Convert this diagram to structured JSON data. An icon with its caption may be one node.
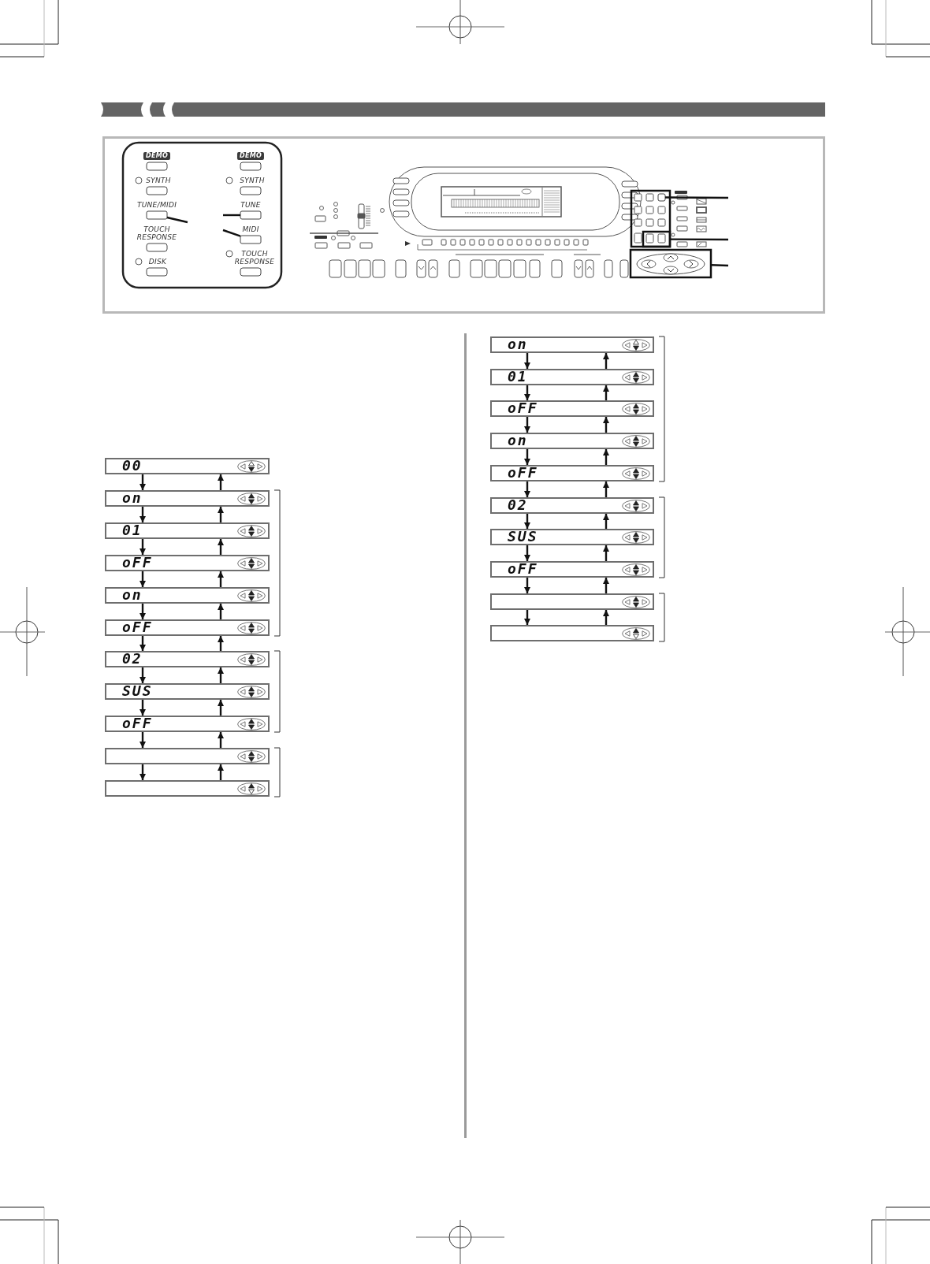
{
  "diagram": {
    "nodes": [
      {
        "text": [],
        "shape": "box",
        "beside": [
          "TUNE/MIDI"
        ]
      },
      {
        "text": [],
        "shape": "box",
        "beside": [
          "TUNE"
        ]
      },
      {
        "text": [],
        "shape": "box",
        "beside": [
          "MIDI"
        ]
      },
      {
        "text": [],
        "shape": "box"
      },
      {
        "text": [],
        "shape": "box"
      },
      {
        "text": [],
        "shape": "box"
      },
      {
        "text": [
          "00"
        ]
      },
      {
        "text": [
          "on"
        ]
      },
      {
        "text": [
          "01"
        ]
      },
      {
        "text": [
          "oFF"
        ]
      },
      {
        "text": [
          "on"
        ]
      },
      {
        "text": [
          "oFF"
        ]
      },
      {
        "text": [
          "02"
        ]
      },
      {
        "text": [
          "SUS"
        ]
      },
      {
        "text": [
          "oFF"
        ]
      },
      {
        "text": [],
        "shape": "box"
      },
      {
        "text": [],
        "shape": "box"
      },
      {
        "text": [
          "on"
        ]
      },
      {
        "text": [
          "01"
        ]
      },
      {
        "text": [
          "oFF"
        ]
      },
      {
        "text": [
          "on"
        ]
      },
      {
        "text": [
          "oFF"
        ]
      },
      {
        "text": [
          "02"
        ]
      },
      {
        "text": [
          "SUS"
        ]
      },
      {
        "text": [
          "oFF"
        ]
      },
      {
        "text": [],
        "shape": "box"
      },
      {
        "text": [],
        "shape": "box"
      }
    ],
    "edges": [
      {
        "from": null,
        "to": 0,
        "arrow": "none"
      },
      {
        "from": null,
        "to": 1,
        "arrow": "none"
      },
      {
        "from": null,
        "to": 2,
        "arrow": "none"
      },
      {
        "from": null,
        "to": 3,
        "arrow": "none"
      },
      {
        "from": null,
        "to": 4,
        "arrow": "none"
      },
      {
        "from": null,
        "to": 5,
        "arrow": "none"
      },
      {
        "from": 6,
        "to": 7,
        "arrow": "to"
      },
      {
        "from": 7,
        "to": 6,
        "arrow": "to"
      },
      {
        "from": 7,
        "to": 8,
        "arrow": "to"
      },
      {
        "from": 8,
        "to": 7,
        "arrow": "to"
      },
      {
        "from": 8,
        "to": 9,
        "arrow": "to"
      },
      {
        "from": 9,
        "to": 8,
        "arrow": "to"
      },
      {
        "from": 9,
        "to": 10,
        "arrow": "to"
      },
      {
        "from": 10,
        "to": 9,
        "arrow": "to"
      },
      {
        "from": 10,
        "to": 11,
        "arrow": "to"
      },
      {
        "from": 11,
        "to": 10,
        "arrow": "to"
      },
      {
        "from": 11,
        "to": 12,
        "arrow": "to"
      },
      {
        "from": 12,
        "to": 11,
        "arrow": "to"
      },
      {
        "from": 12,
        "to": 13,
        "arrow": "to"
      },
      {
        "from": 13,
        "to": 12,
        "arrow": "to"
      },
      {
        "from": 13,
        "to": 14,
        "arrow": "to"
      },
      {
        "from": 14,
        "to": 13,
        "arrow": "to"
      },
      {
        "from": 14,
        "to": 15,
        "arrow": "to"
      },
      {
        "from": 15,
        "to": 14,
        "arrow": "to"
      },
      {
        "from": 15,
        "to": 16,
        "arrow": "to"
      },
      {
        "from": 16,
        "to": 15,
        "arrow": "to"
      },
      {
        "from": 17,
        "to": 18,
        "arrow": "to"
      },
      {
        "from": 18,
        "to": 17,
        "arrow": "to"
      },
      {
        "from": 18,
        "to": 19,
        "arrow": "to"
      },
      {
        "from": 19,
        "to": 18,
        "arrow": "to"
      },
      {
        "from": 19,
        "to": 20,
        "arrow": "to"
      },
      {
        "from": 20,
        "to": 19,
        "arrow": "to"
      },
      {
        "from": 20,
        "to": 21,
        "arrow": "to"
      },
      {
        "from": 21,
        "to": 20,
        "arrow": "to"
      },
      {
        "from": 21,
        "to": 22,
        "arrow": "to"
      },
      {
        "from": 22,
        "to": 21,
        "arrow": "to"
      },
      {
        "from": 22,
        "to": 23,
        "arrow": "to"
      },
      {
        "from": 23,
        "to": 22,
        "arrow": "to"
      },
      {
        "from": 23,
        "to": 24,
        "arrow": "to"
      },
      {
        "from": 24,
        "to": 23,
        "arrow": "to"
      },
      {
        "from": 24,
        "to": 25,
        "arrow": "to"
      },
      {
        "from": 25,
        "to": 24,
        "arrow": "to"
      },
      {
        "from": 25,
        "to": 26,
        "arrow": "to"
      },
      {
        "from": 26,
        "to": 25,
        "arrow": "to"
      }
    ],
    "labels": [
      "DEMO",
      "DEMO",
      "SYNTH",
      "SYNTH",
      "TOUCH RESPONSE",
      "TOUCH RESPONSE",
      "DISK"
    ]
  }
}
